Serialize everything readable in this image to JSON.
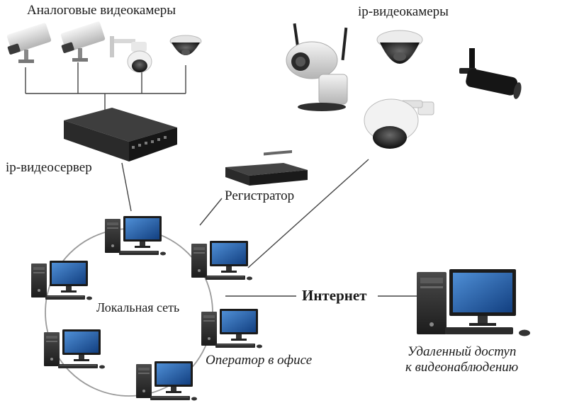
{
  "labels": {
    "analog_cameras": "Аналоговые видеокамеры",
    "ip_cameras": "ip-видеокамеры",
    "ip_video_server": "ip-видеосервер",
    "recorder": "Регистратор",
    "local_network": "Локальная сеть",
    "internet": "Интернет",
    "operator": "Оператор в офисе",
    "remote_access_line1": "Удаленный доступ",
    "remote_access_line2": "к видеонаблюдению"
  },
  "icons": {
    "analog_cameras": [
      "box-camera-icon",
      "box-camera-icon",
      "ptz-dome-camera-icon",
      "dome-camera-icon"
    ],
    "ip_cameras": [
      "wifi-ip-camera-icon",
      "dome-camera-icon",
      "bullet-camera-icon",
      "ptz-dome-camera-icon"
    ],
    "devices": [
      "video-server-icon",
      "dvr-recorder-icon",
      "desktop-computer-icon"
    ]
  },
  "colors": {
    "line": "#444444",
    "ring": "#9a9a9a",
    "screen": "#1f5fa8",
    "device_dark": "#2b2b2b",
    "camera_light": "#dcdcdc"
  }
}
